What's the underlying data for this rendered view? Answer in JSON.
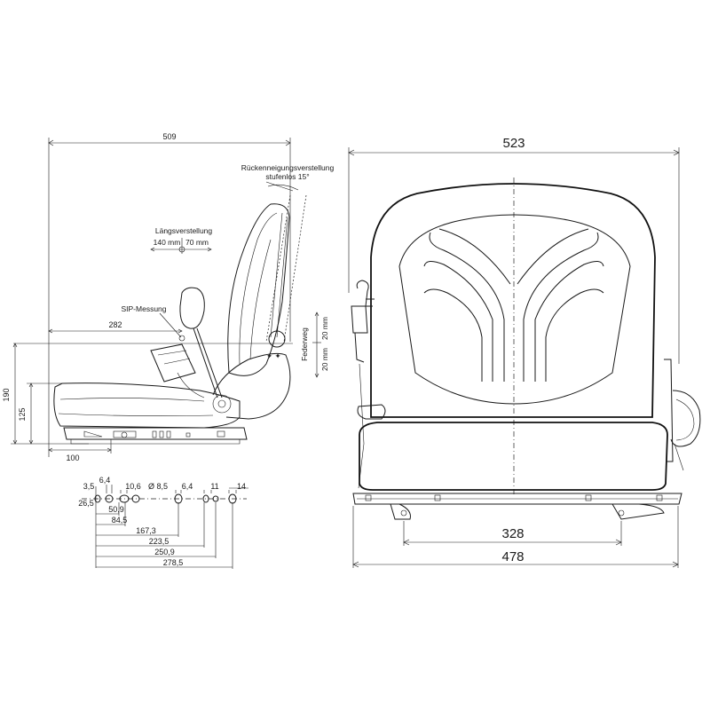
{
  "side_view": {
    "dims": {
      "overall_depth": "509",
      "depth_282": "282",
      "height_190": "190",
      "height_125": "125",
      "depth_100": "100"
    },
    "labels": {
      "back_tilt_1": "Rückenneigungsverstellung",
      "back_tilt_2": "stufenlos 15°",
      "fore_aft": "Längsverstellung",
      "fore_aft_left": "140 mm",
      "fore_aft_right": "70 mm",
      "sip": "SIP-Messung",
      "suspension": "Federweg",
      "susp_up": "20 mm",
      "susp_down": "20 mm"
    }
  },
  "front_view": {
    "dims": {
      "overall_width": "523",
      "mount_width": "328",
      "base_width": "478"
    }
  },
  "hole_pattern": {
    "top": [
      "3,5",
      "6,4",
      "10,6",
      "Ø 8,5",
      "6,4",
      "11",
      "14"
    ],
    "left": "26,5",
    "rows": [
      "50,9",
      "84,5",
      "167,3",
      "223,5",
      "250,9",
      "278,5"
    ]
  }
}
